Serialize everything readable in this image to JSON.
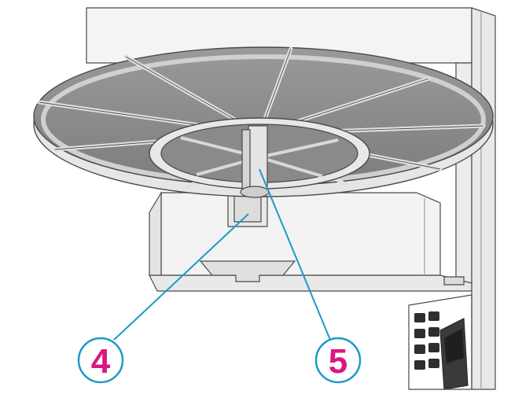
{
  "colors": {
    "callout_circle": "#1a9bc7",
    "callout_number": "#d9197f",
    "leader_line": "#1a9bc7",
    "device_body": "#f2f2f2",
    "outline": "#4a4a4a",
    "tray_top": "#8c8c8c",
    "tray_rim": "#e6e6e6"
  },
  "callouts": [
    {
      "label": "4",
      "target": "spindle-base"
    },
    {
      "label": "5",
      "target": "center-post"
    }
  ],
  "icons": [
    "tray-rotor",
    "spindle",
    "center-post",
    "rocker-switch",
    "vent-grille"
  ]
}
